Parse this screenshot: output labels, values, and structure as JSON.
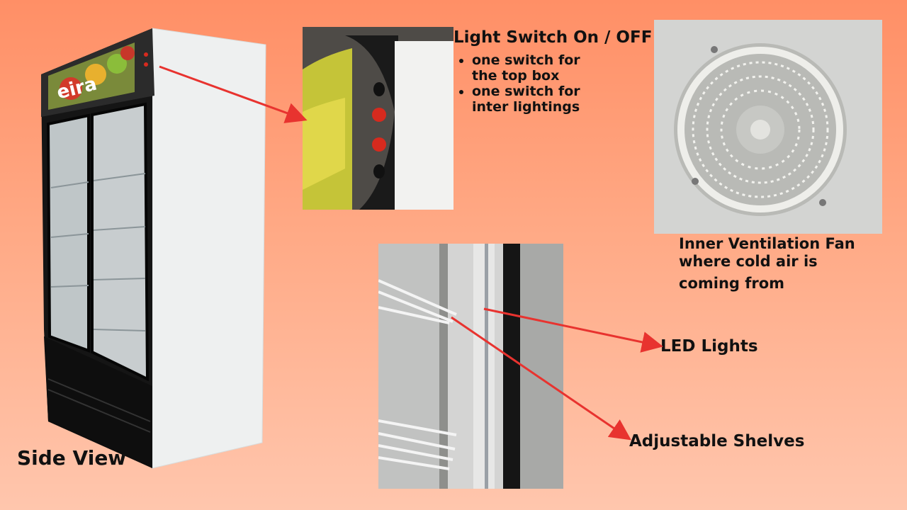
{
  "labels": {
    "light_switch_title": "Light Switch On / OFF",
    "light_switch_bullets": [
      "one switch for the top box",
      "one switch for inter lightings"
    ],
    "fan_caption_line1": "Inner Ventilation Fan",
    "fan_caption_line2": "where cold air is",
    "fan_caption_line3": "coming from",
    "led_lights": "LED Lights",
    "adjustable_shelves": "Adjustable Shelves",
    "side_view": "Side View"
  },
  "fridge_top_sign": "eira",
  "colors": {
    "background_top": "#ff8f66",
    "background_bottom": "#ffc6ad",
    "arrow": "#e8332f",
    "switch_red": "#d62a1e"
  }
}
